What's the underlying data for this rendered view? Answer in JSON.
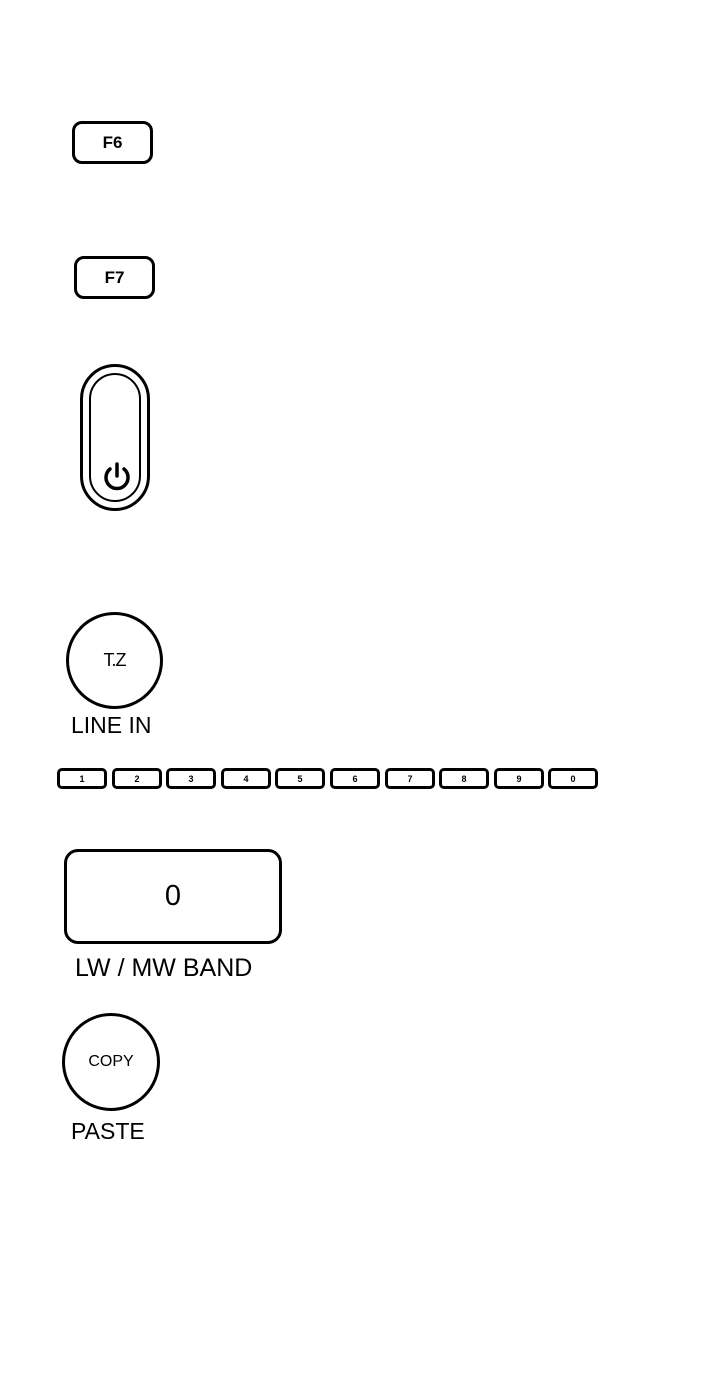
{
  "keys": {
    "f6": "F6",
    "f7": "F7"
  },
  "tz_button": {
    "label": "T.Z",
    "caption": "LINE IN"
  },
  "number_row": [
    "1",
    "2",
    "3",
    "4",
    "5",
    "6",
    "7",
    "8",
    "9",
    "0"
  ],
  "band": {
    "value": "0",
    "caption": "LW / MW BAND"
  },
  "copy_button": {
    "label": "COPY",
    "caption": "PASTE"
  },
  "icons": {
    "power": "power-icon"
  }
}
